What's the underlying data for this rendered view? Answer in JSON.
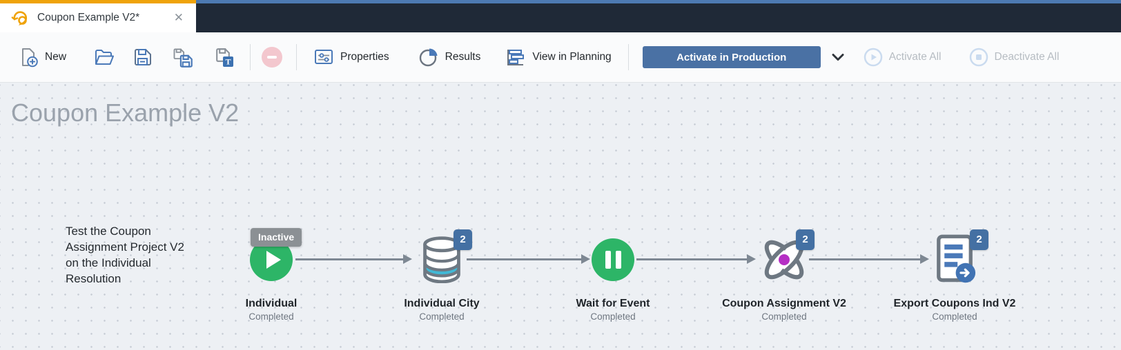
{
  "tab": {
    "title": "Coupon Example V2*",
    "close_glyph": "✕"
  },
  "toolbar": {
    "new_label": "New",
    "properties_label": "Properties",
    "results_label": "Results",
    "view_in_planning_label": "View in Planning",
    "activate_in_production_label": "Activate in Production",
    "activate_all_label": "Activate All",
    "deactivate_all_label": "Deactivate All",
    "icons": [
      "new-document-icon",
      "open-folder-icon",
      "save-icon",
      "save-copy-icon",
      "save-as-template-icon",
      "delete-icon",
      "properties-icon",
      "results-pie-icon",
      "view-in-planning-icon",
      "chevron-down-icon",
      "activate-all-play-icon",
      "deactivate-all-stop-icon"
    ]
  },
  "canvas": {
    "title": "Coupon Example V2",
    "note": "Test the Coupon Assignment Project V2 on the Individual Resolution",
    "nodes": [
      {
        "name": "Individual",
        "status": "Completed",
        "badge": "Inactive",
        "icon": "play-icon"
      },
      {
        "name": "Individual City",
        "status": "Completed",
        "badge": "2",
        "icon": "database-icon"
      },
      {
        "name": "Wait for Event",
        "status": "Completed",
        "badge": "",
        "icon": "pause-icon"
      },
      {
        "name": "Coupon Assignment V2",
        "status": "Completed",
        "badge": "2",
        "icon": "atom-icon"
      },
      {
        "name": "Export Coupons Ind V2",
        "status": "Completed",
        "badge": "2",
        "icon": "export-document-icon"
      }
    ]
  },
  "colors": {
    "accent_blue": "#4a71a4",
    "node_green": "#2db567",
    "badge_blue": "#4470a3",
    "inactive_gray": "#8b9094",
    "tab_amber": "#efa30a",
    "top_strip_blue": "#4d7ab2",
    "tab_bar_dark": "#1f2937",
    "db_cyan": "#41b8d5",
    "atom_purple": "#b52fc4"
  }
}
